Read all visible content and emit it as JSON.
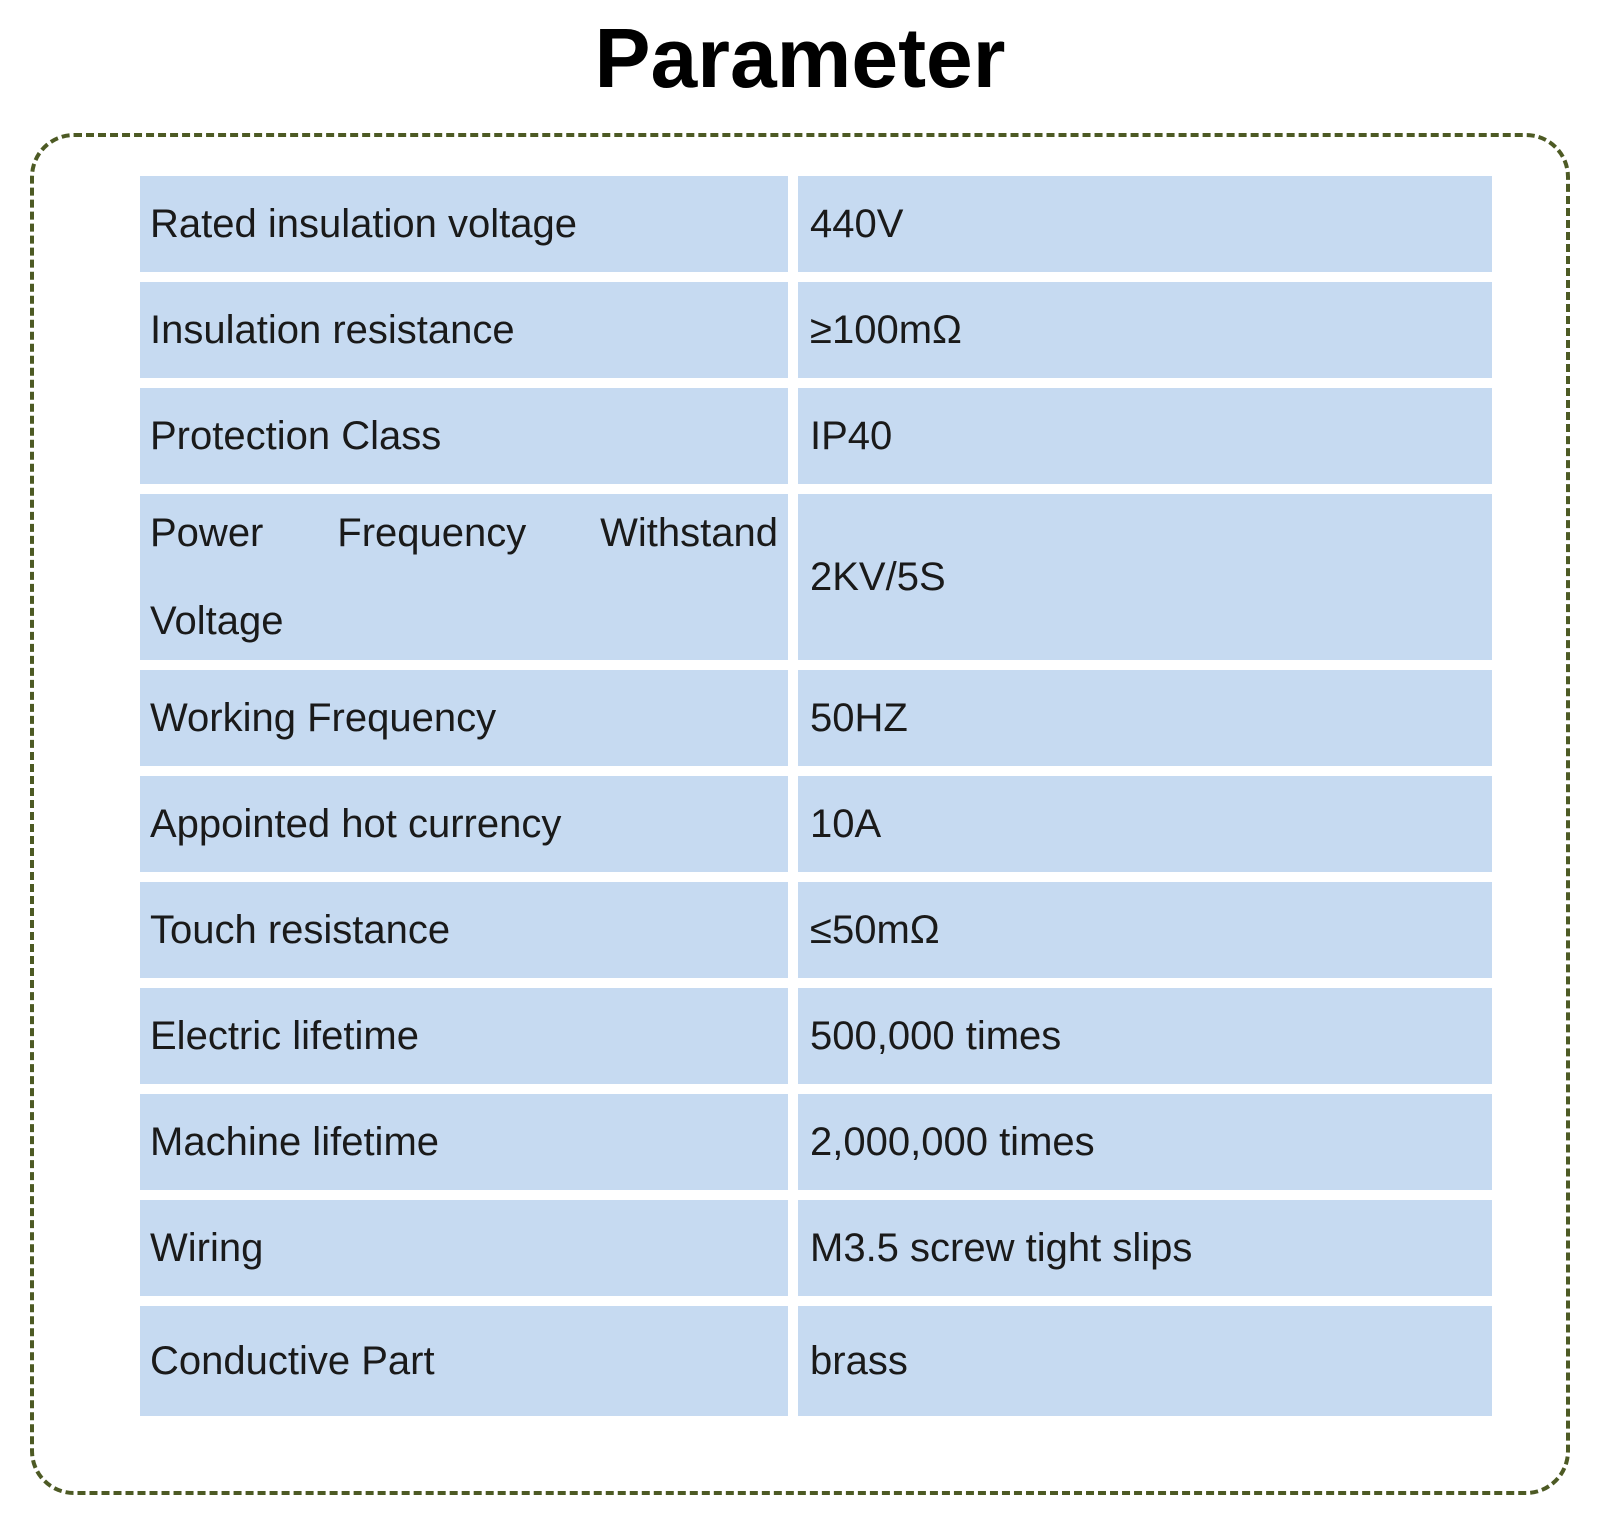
{
  "title": "Parameter",
  "rows": [
    {
      "label": "Rated insulation voltage",
      "value": "440V"
    },
    {
      "label": "Insulation resistance",
      "value": "≥100mΩ"
    },
    {
      "label": "Protection Class",
      "value": "IP40"
    },
    {
      "label": "Power Frequency Withstand Voltage",
      "value": "2KV/5S"
    },
    {
      "label": "Working Frequency",
      "value": "50HZ"
    },
    {
      "label": "Appointed hot currency",
      "value": "10A"
    },
    {
      "label": "Touch resistance",
      "value": "≤50mΩ"
    },
    {
      "label": "Electric lifetime",
      "value": "500,000 times"
    },
    {
      "label": "Machine lifetime",
      "value": "2,000,000 times"
    },
    {
      "label": "Wiring",
      "value": "M3.5 screw tight slips"
    },
    {
      "label": "Conductive Part",
      "value": "brass"
    }
  ]
}
